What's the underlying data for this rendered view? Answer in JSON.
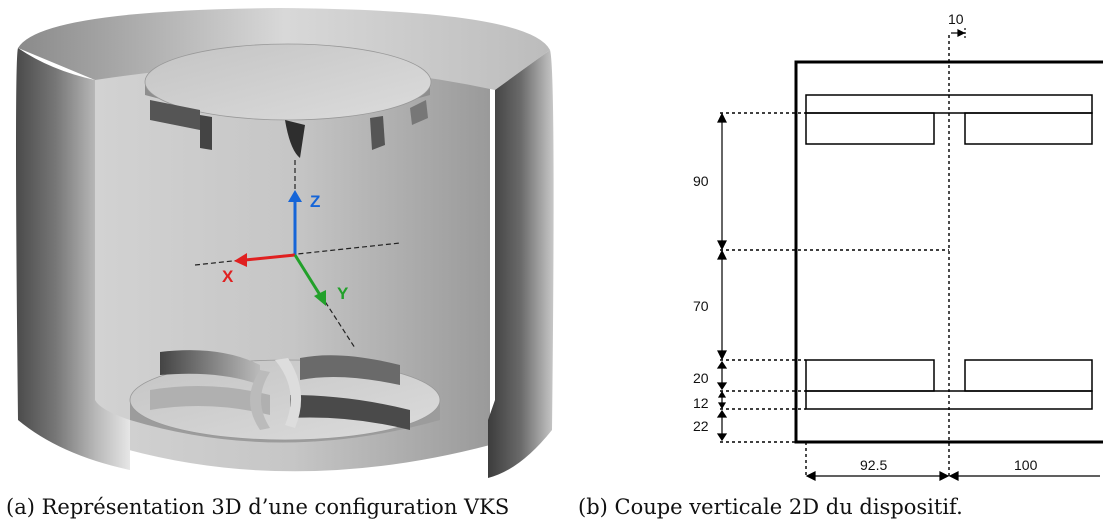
{
  "figure_a": {
    "caption": "(a) Représentation 3D d’une configuration VKS",
    "axis_labels": {
      "z": "Z",
      "x": "X",
      "y": "Y"
    },
    "colors": {
      "z": "#1565d8",
      "x": "#e02020",
      "y": "#22a02a"
    }
  },
  "figure_b": {
    "caption": "(b) Coupe verticale 2D du dispositif.",
    "dimensions": {
      "gap": "10",
      "upper": "90",
      "middle": "70",
      "blade": "20",
      "disk": "12",
      "bottom": "22",
      "radius_inner": "92.5",
      "radius_outer": "100"
    }
  }
}
